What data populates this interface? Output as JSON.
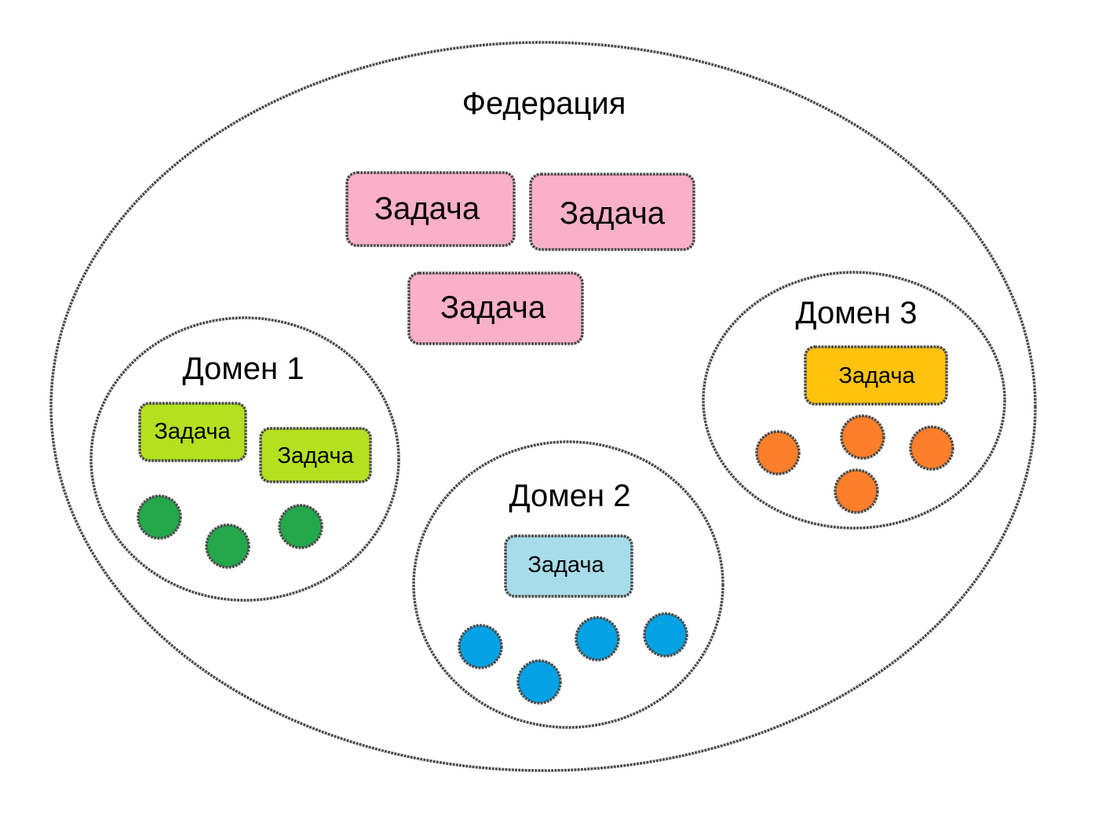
{
  "federation": {
    "label": "Федерация",
    "tasks": [
      "Задача",
      "Задача",
      "Задача"
    ]
  },
  "domains": [
    {
      "label": "Домен 1",
      "tasks": [
        "Задача",
        "Задача"
      ]
    },
    {
      "label": "Домен 2",
      "tasks": [
        "Задача"
      ]
    },
    {
      "label": "Домен 3",
      "tasks": [
        "Задача"
      ]
    }
  ],
  "colors": {
    "federation_task": "#fbb0c9",
    "domain1_task": "#b5e01f",
    "domain1_dot": "#22a84a",
    "domain2_task": "#a7dcea",
    "domain2_dot": "#04a2e4",
    "domain3_task": "#ffc20e",
    "domain3_dot": "#fd7f29"
  }
}
